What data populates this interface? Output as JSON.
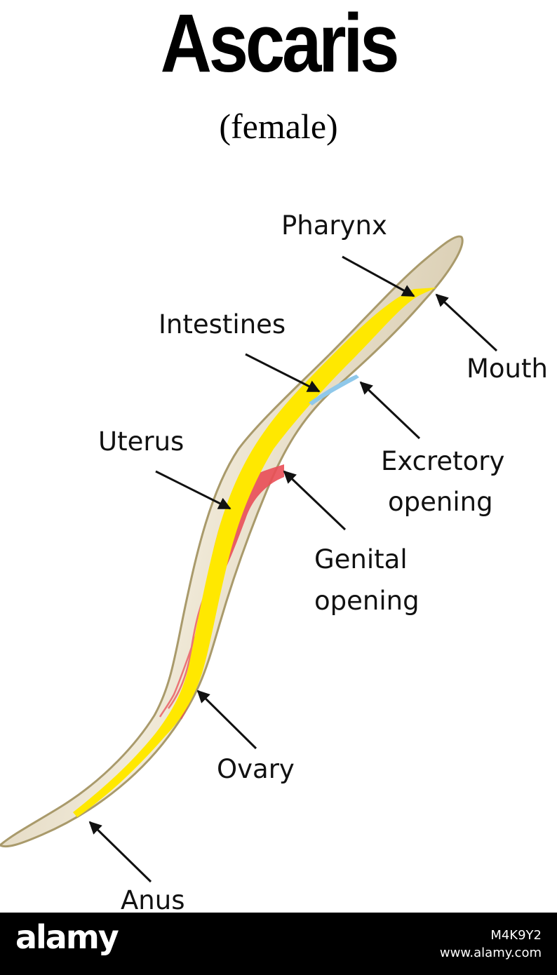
{
  "title": "Ascaris",
  "subtitle": "(female)",
  "labels": {
    "pharynx": "Pharynx",
    "mouth": "Mouth",
    "intestines": "Intestines",
    "excretory_1": "Excretory",
    "excretory_2": "opening",
    "uterus": "Uterus",
    "genital_1": "Genital",
    "genital_2": "opening",
    "ovary": "Ovary",
    "anus": "Anus"
  },
  "colors": {
    "body": "#e7ddc6",
    "body_outline": "#a99a6b",
    "intestine": "#ffe800",
    "uterus": "#e94e57",
    "excretory": "#8fc8ea",
    "arrow": "#111111"
  },
  "footer": {
    "brand": "alamy",
    "image_id": "M4K9Y2",
    "site": "www.alamy.com"
  }
}
